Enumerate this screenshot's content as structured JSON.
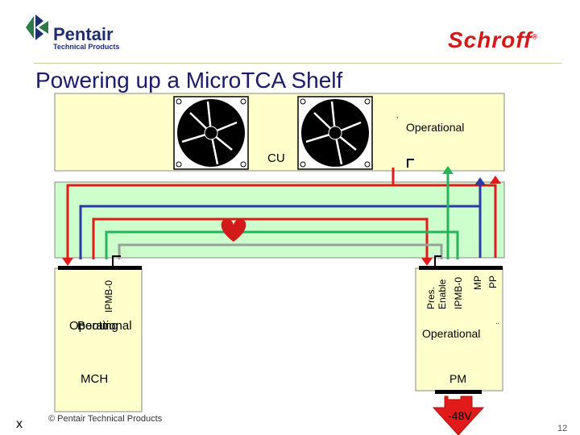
{
  "header": {
    "brand_left": "Pentair",
    "brand_left_sub": "Technical Products",
    "brand_right": "Schroff",
    "brand_right_mark": "®"
  },
  "slide": {
    "title": "Powering up a MicroTCA Shelf",
    "footer": "© Pentair Technical Products",
    "page_number": "12",
    "corner_mark": "x"
  },
  "cu": {
    "label": "CU",
    "status": "Operational",
    "status_mark": "’"
  },
  "mch": {
    "label": "MCH",
    "status_overlap_a": "Operational",
    "status_overlap_b": "Booting",
    "port_label": "IPMB-0"
  },
  "pm": {
    "label": "PM",
    "status": "Operational",
    "status_mark": "¨",
    "ports": [
      "Pres.",
      "Enable",
      "IPMB-0",
      "MP",
      "PP"
    ],
    "input": "-48V"
  },
  "colors": {
    "red": "#e11a1a",
    "blue": "#2b3aa6",
    "green": "#27b35a",
    "cu_box": "#ffffcc",
    "backplane": "#ccffcc",
    "heart": "#d21a1a"
  }
}
